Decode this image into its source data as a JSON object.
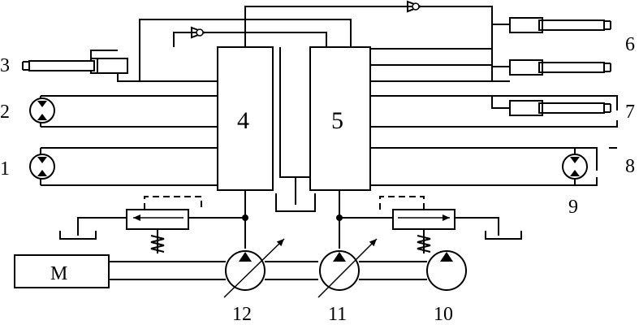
{
  "labels": {
    "l1": "1",
    "l2": "2",
    "l3": "3",
    "l4": "4",
    "l5": "5",
    "l6": "6",
    "l7": "7",
    "l8": "8",
    "l9": "9",
    "l10": "10",
    "l11": "11",
    "l12": "12",
    "motor": "M"
  }
}
